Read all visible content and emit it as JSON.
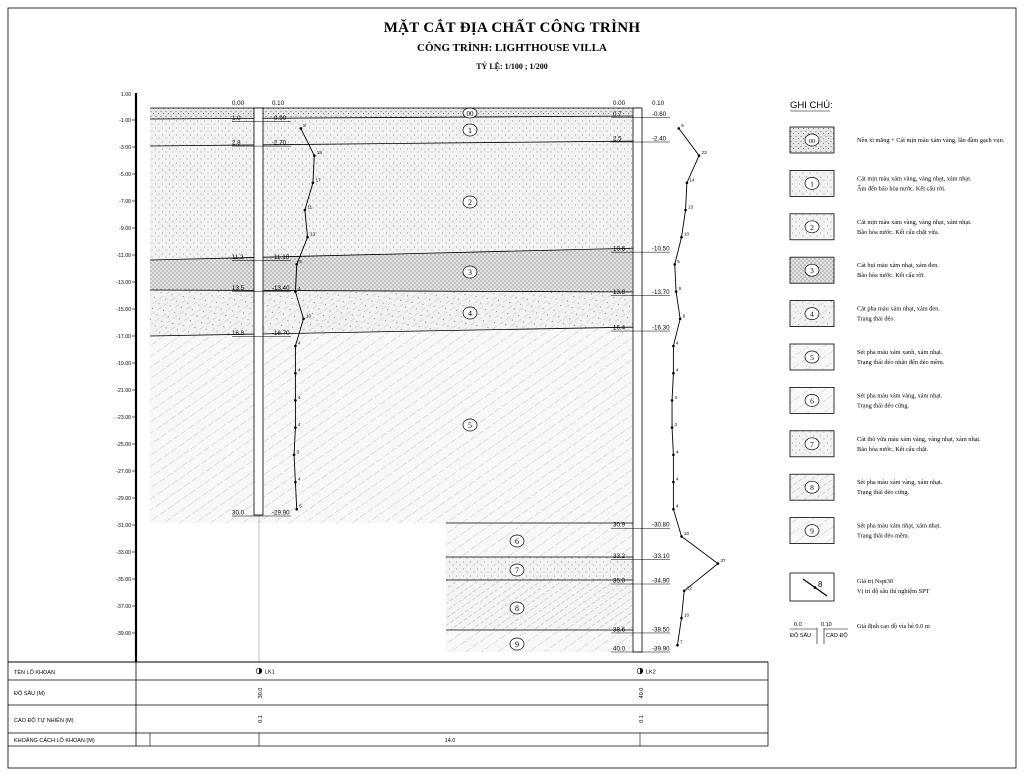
{
  "title": "MẶT CẮT ĐỊA CHẤT CÔNG TRÌNH",
  "subtitle": "CÔNG TRÌNH: LIGHTHOUSE VILLA",
  "scale": "TỶ LỆ: 1/100 ; 1/200",
  "y_axis": {
    "top_label": "1.00",
    "ticks": [
      "-1.00",
      "-3.00",
      "-5.00",
      "-7.00",
      "-9.00",
      "-11.00",
      "-13.00",
      "-15.00",
      "-17.00",
      "-19.00",
      "-21.00",
      "-23.00",
      "-25.00",
      "-27.00",
      "-29.00",
      "-31.00",
      "-33.00",
      "-35.00",
      "-37.00",
      "-39.00"
    ]
  },
  "boreholes": [
    {
      "name": "LK1",
      "depth": "30.0",
      "elevation": "0.1",
      "head_depth": "0.00",
      "head_elev": "0.10",
      "contacts": [
        {
          "depth": "1.0",
          "elev": "-0.90"
        },
        {
          "depth": "2.8",
          "elev": "-2.70"
        },
        {
          "depth": "11.2",
          "elev": "-11.10"
        },
        {
          "depth": "13.5",
          "elev": "-13.40"
        },
        {
          "depth": "16.8",
          "elev": "-16.70"
        },
        {
          "depth": "30.0",
          "elev": "-29.90"
        }
      ],
      "spt": [
        {
          "depth": 1.5,
          "n": "8"
        },
        {
          "depth": 3.5,
          "n": "18"
        },
        {
          "depth": 5.5,
          "n": "17"
        },
        {
          "depth": 7.5,
          "n": "11"
        },
        {
          "depth": 9.5,
          "n": "13"
        },
        {
          "depth": 11.5,
          "n": "5"
        },
        {
          "depth": 13.5,
          "n": "4"
        },
        {
          "depth": 15.5,
          "n": "10"
        },
        {
          "depth": 17.5,
          "n": "4"
        },
        {
          "depth": 19.5,
          "n": "4"
        },
        {
          "depth": 21.5,
          "n": "4"
        },
        {
          "depth": 23.5,
          "n": "4"
        },
        {
          "depth": 25.5,
          "n": "3"
        },
        {
          "depth": 27.5,
          "n": "4"
        },
        {
          "depth": 29.5,
          "n": "5"
        }
      ]
    },
    {
      "name": "LK2",
      "depth": "40.0",
      "elevation": "0.1",
      "head_depth": "0.00",
      "head_elev": "0.10",
      "contacts": [
        {
          "depth": "0.7",
          "elev": "-0.60"
        },
        {
          "depth": "2.5",
          "elev": "-2.40"
        },
        {
          "depth": "10.6",
          "elev": "-10.50"
        },
        {
          "depth": "13.8",
          "elev": "-13.70"
        },
        {
          "depth": "16.4",
          "elev": "-16.30"
        },
        {
          "depth": "30.9",
          "elev": "-30.80"
        },
        {
          "depth": "33.2",
          "elev": "-33.10"
        },
        {
          "depth": "35.0",
          "elev": "-34.90"
        },
        {
          "depth": "38.6",
          "elev": "-38.50"
        },
        {
          "depth": "40.0",
          "elev": "-39.90"
        }
      ],
      "spt": [
        {
          "depth": 1.5,
          "n": "8"
        },
        {
          "depth": 3.5,
          "n": "23"
        },
        {
          "depth": 5.5,
          "n": "14"
        },
        {
          "depth": 7.5,
          "n": "13"
        },
        {
          "depth": 9.5,
          "n": "10"
        },
        {
          "depth": 11.5,
          "n": "5"
        },
        {
          "depth": 13.5,
          "n": "6"
        },
        {
          "depth": 15.5,
          "n": "9"
        },
        {
          "depth": 17.5,
          "n": "4"
        },
        {
          "depth": 19.5,
          "n": "4"
        },
        {
          "depth": 21.5,
          "n": "3"
        },
        {
          "depth": 23.5,
          "n": "3"
        },
        {
          "depth": 25.5,
          "n": "4"
        },
        {
          "depth": 27.5,
          "n": "4"
        },
        {
          "depth": 29.5,
          "n": "4"
        },
        {
          "depth": 31.5,
          "n": "10"
        },
        {
          "depth": 33.5,
          "n": "37"
        },
        {
          "depth": 35.5,
          "n": "12"
        },
        {
          "depth": 37.5,
          "n": "10"
        },
        {
          "depth": 39.5,
          "n": "7"
        }
      ]
    }
  ],
  "layer_labels": [
    "00",
    "1",
    "2",
    "3",
    "4",
    "5",
    "6",
    "7",
    "8",
    "9"
  ],
  "legend": {
    "heading": "GHI CHÚ:",
    "items": [
      {
        "id": "00",
        "line1": "Nền xi măng + Cát mịn màu xám vàng, lẫn đầm gạch vụn.",
        "line2": ""
      },
      {
        "id": "1",
        "line1": "Cát mịn màu xám vàng, vàng nhạt, xám nhạt.",
        "line2": "Ẩm đến bão hòa nước. Kết cấu rời."
      },
      {
        "id": "2",
        "line1": "Cát mịn màu xám vàng, vàng nhạt, xám nhạt.",
        "line2": "Bão hòa nước. Kết cấu chặt vừa."
      },
      {
        "id": "3",
        "line1": "Cát bụi màu xám nhạt, xám đen.",
        "line2": "Bão hòa nước. Kết cấu rời."
      },
      {
        "id": "4",
        "line1": "Cát pha màu xám nhạt, xám đen.",
        "line2": "Trạng thái dẻo."
      },
      {
        "id": "5",
        "line1": "Sét pha màu xám xanh, xám nhạt.",
        "line2": "Trạng thái dẻo nhão đến dẻo mềm."
      },
      {
        "id": "6",
        "line1": "Sét pha màu xám vàng, xám nhạt.",
        "line2": "Trạng thái dẻo cứng."
      },
      {
        "id": "7",
        "line1": "Cát thô vừa màu xám vàng, vàng nhạt, xám nhạt.",
        "line2": "Bão hòa nước. Kết cấu chặt."
      },
      {
        "id": "8",
        "line1": "Sét pha màu xám vàng, xám nhạt.",
        "line2": "Trạng thái dẻo cứng."
      },
      {
        "id": "9",
        "line1": "Sét pha màu xám nhạt, xám nhạt.",
        "line2": "Trạng thái dẻo mềm."
      }
    ],
    "spt_sample": "8",
    "spt_line1": "Giá trị Nspt30",
    "spt_line2": "Vị trí độ sâu thí nghiệm SPT",
    "head_depth_value": "0.0",
    "head_elev_value": "0.10",
    "head_depth_label": "ĐỘ SÂU",
    "head_elev_label": "CAO ĐỘ",
    "head_note": "Giả định cao độ vỉa hè 0.0 m"
  },
  "table": {
    "row_names": [
      "TÊN LỖ KHOAN",
      "ĐỘ SÂU (M)",
      "CAO ĐỘ TỰ NHIÊN (M)",
      "KHOẢNG CÁCH LỖ KHOAN (M)"
    ],
    "distance": "14.0"
  }
}
